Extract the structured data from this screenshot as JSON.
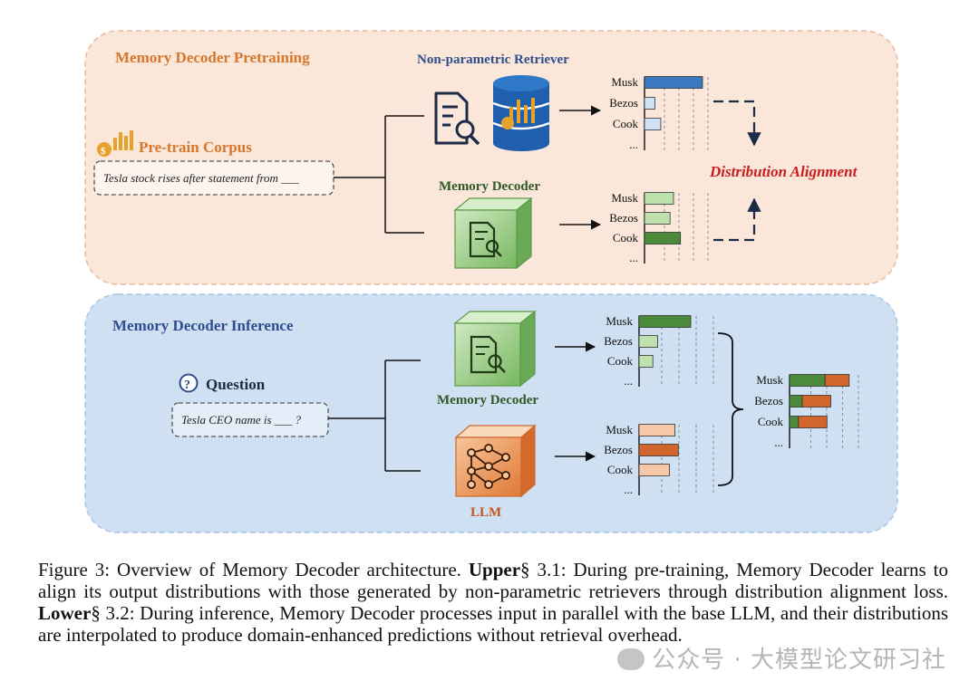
{
  "upper": {
    "title": "Memory Decoder Pretraining",
    "retriever_label": "Non-parametric Retriever",
    "corpus_label": "Pre-train Corpus",
    "corpus_text": "Tesla stock rises after statement from ___",
    "decoder_label": "Memory Decoder",
    "alignment_label": "Distribution Alignment"
  },
  "lower": {
    "title": "Memory Decoder Inference",
    "question_label": "Question",
    "question_text": "Tesla CEO name is ___ ?",
    "decoder_label": "Memory Decoder",
    "llm_label": "LLM"
  },
  "colors": {
    "upper_bg": "#fbe6da",
    "lower_bg": "#cfe0f3",
    "orange_title": "#d6772c",
    "blue_title": "#2e4f8e",
    "alignment_red": "#c81e1e",
    "dark_green": "#4a8a3a",
    "light_green": "#bfe1ad",
    "dark_blue": "#3a78c0",
    "light_blue": "#cfe2f5",
    "dark_orange": "#d2652b",
    "light_orange": "#f6c8a8"
  },
  "charts": [
    {
      "id": "retriever-dist",
      "labels": [
        "Musk",
        "Bezos",
        "Cook",
        "..."
      ],
      "values": [
        1.0,
        0.18,
        0.28
      ],
      "colors": [
        "#3a78c0",
        "#cfe2f5",
        "#cfe2f5"
      ]
    },
    {
      "id": "decoder-pretrain-dist",
      "labels": [
        "Musk",
        "Bezos",
        "Cook",
        "..."
      ],
      "values": [
        0.5,
        0.44,
        0.62
      ],
      "colors": [
        "#bfe1ad",
        "#bfe1ad",
        "#4a8a3a"
      ]
    },
    {
      "id": "decoder-infer-dist",
      "labels": [
        "Musk",
        "Bezos",
        "Cook",
        "..."
      ],
      "values": [
        0.75,
        0.27,
        0.2
      ],
      "colors": [
        "#4a8a3a",
        "#bfe1ad",
        "#bfe1ad"
      ]
    },
    {
      "id": "llm-dist",
      "labels": [
        "Musk",
        "Bezos",
        "Cook",
        "..."
      ],
      "values": [
        0.52,
        0.57,
        0.44
      ],
      "colors": [
        "#f6c8a8",
        "#d2652b",
        "#f6c8a8"
      ]
    },
    {
      "id": "combined-dist",
      "labels": [
        "Musk",
        "Bezos",
        "Cook",
        "..."
      ],
      "stacked": [
        [
          0.56,
          0.38
        ],
        [
          0.2,
          0.45
        ],
        [
          0.14,
          0.45
        ]
      ],
      "colors": [
        "#4a8a3a",
        "#d2652b"
      ]
    }
  ],
  "caption": {
    "lead": "Figure 3: Overview of Memory Decoder architecture. ",
    "upper_bold": "Upper",
    "upper_text": "§ 3.1: During pre-training, Memory Decoder learns to align its output distributions with those generated by non-parametric retrievers through distribution alignment loss. ",
    "lower_bold": "Lower",
    "lower_text": "§ 3.2: During inference, Memory Decoder processes input in parallel with the base LLM, and their distributions are interpolated to produce domain-enhanced predictions without retrieval overhead."
  },
  "watermark": "公众号 · 大模型论文研习社"
}
